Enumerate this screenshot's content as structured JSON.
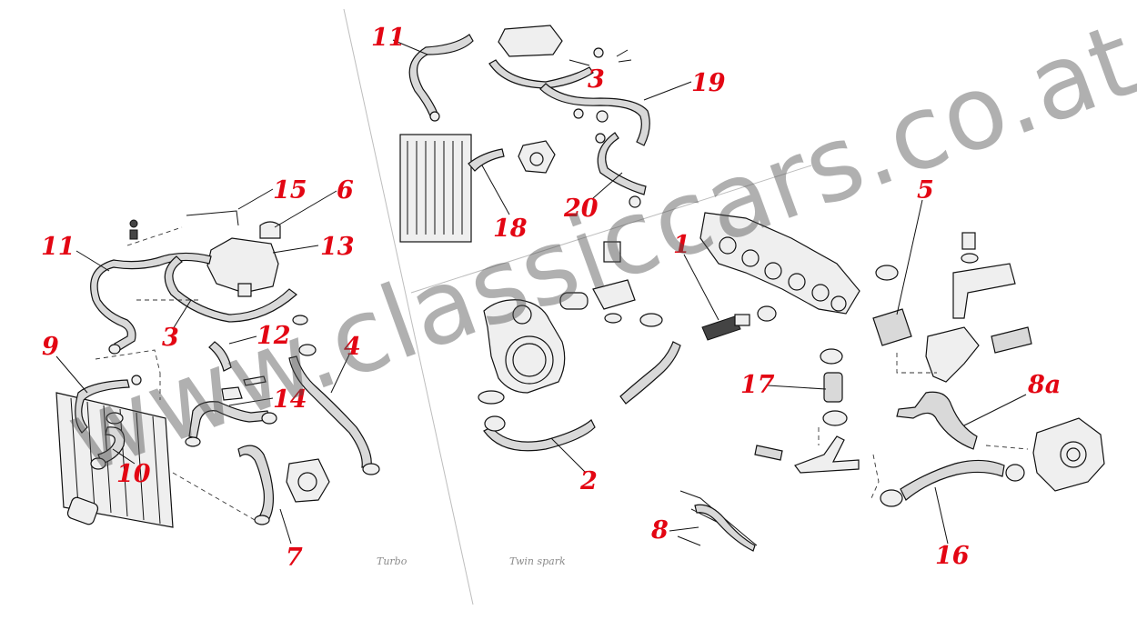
{
  "diagram": {
    "callouts": [
      "11",
      "3",
      "19",
      "20",
      "18",
      "15",
      "6",
      "13",
      "11",
      "3",
      "12",
      "9",
      "14",
      "4",
      "10",
      "7",
      "1",
      "5",
      "2",
      "17",
      "8a",
      "8",
      "16"
    ],
    "captions": {
      "turbo": "Turbo",
      "twin_spark": "Twin spark"
    },
    "watermark": "www.classiccars.co.at",
    "colors": {
      "callout": "#e30613",
      "hose_fill": "#d9d9d9",
      "line": "#111111",
      "watermark": "#505050"
    }
  }
}
